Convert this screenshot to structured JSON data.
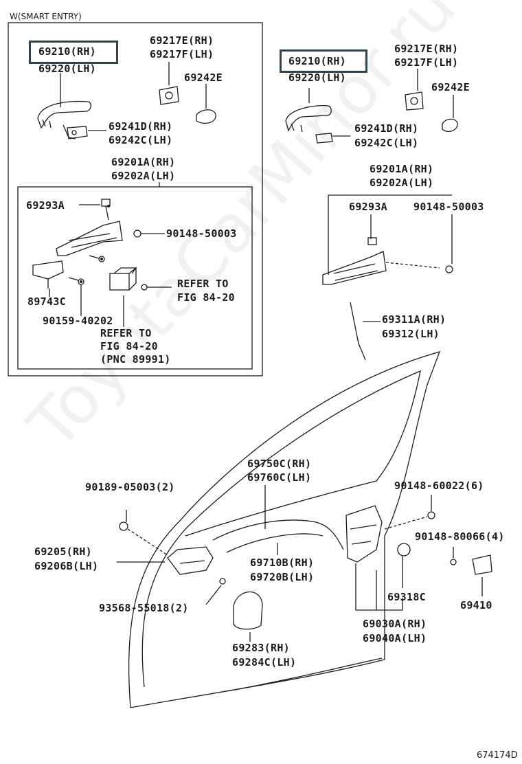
{
  "inset_title": "W(SMART ENTRY)",
  "watermark": "ToyotaCarMinor.ru",
  "figure_id": "674174D",
  "highlight_color": "#33424f",
  "labels": {
    "l1": {
      "a": "69210(RH)",
      "b": "69220(LH)"
    },
    "l2": {
      "a": "69217E(RH)",
      "b": "69217F(LH)"
    },
    "l3": "69242E",
    "l4": {
      "a": "69241D(RH)",
      "b": "69242C(LH)"
    },
    "l5": {
      "a": "69201A(RH)",
      "b": "69202A(LH)"
    },
    "l6": "69293A",
    "l7": "90148-50003",
    "l8": {
      "a": "REFER TO",
      "b": "FIG 84-20"
    },
    "l9": "89743C",
    "l10": "90159-40202",
    "l11": {
      "a": "REFER TO",
      "b": "FIG 84-20",
      "c": "(PNC 89991)"
    },
    "r1": {
      "a": "69210(RH)",
      "b": "69220(LH)"
    },
    "r2": {
      "a": "69217E(RH)",
      "b": "69217F(LH)"
    },
    "r3": "69242E",
    "r4": {
      "a": "69241D(RH)",
      "b": "69242C(LH)"
    },
    "r5": {
      "a": "69201A(RH)",
      "b": "69202A(LH)"
    },
    "r6": "69293A",
    "r7": "90148-50003",
    "r8": {
      "a": "69311A(RH)",
      "b": "69312(LH)"
    },
    "b1": {
      "a": "69750C(RH)",
      "b": "69760C(LH)"
    },
    "b2": "90189-05003(2)",
    "b3": "90148-60022(6)",
    "b4": "90148-80066(4)",
    "b5": {
      "a": "69205(RH)",
      "b": "69206B(LH)"
    },
    "b6": {
      "a": "69710B(RH)",
      "b": "69720B(LH)"
    },
    "b7": "69318C",
    "b8": "69410",
    "b9": "93568-55018(2)",
    "b10": {
      "a": "69030A(RH)",
      "b": "69040A(LH)"
    },
    "b11": {
      "a": "69283(RH)",
      "b": "69284C(LH)"
    }
  }
}
